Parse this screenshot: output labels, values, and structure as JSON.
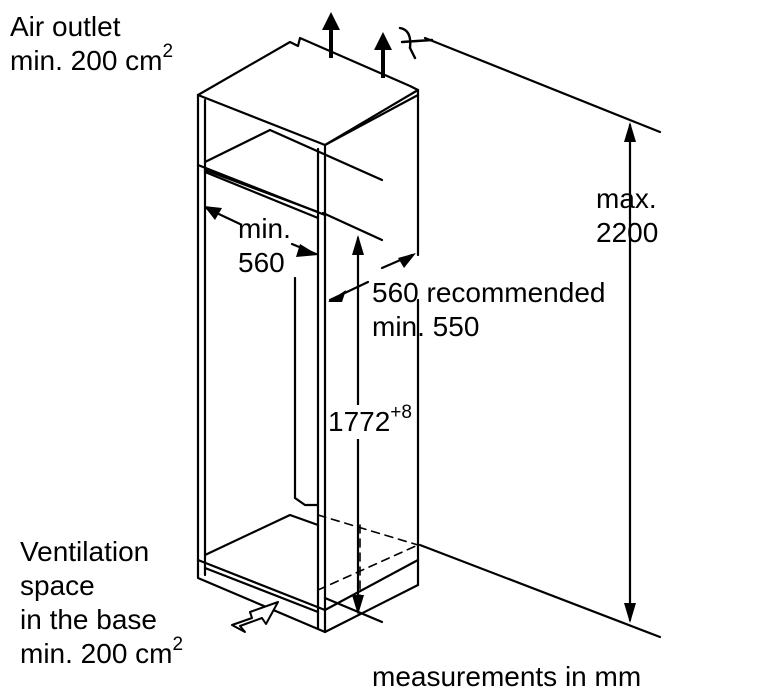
{
  "labels": {
    "air_outlet": {
      "line1": "Air outlet",
      "line2_text": "min. 200 cm",
      "line2_sup": "2"
    },
    "niche_width": {
      "line1": "min.",
      "line2": "560"
    },
    "height_max": {
      "line1": "max.",
      "line2": "2200"
    },
    "niche_depth": {
      "line1": "560 recommended",
      "line2": "min. 550"
    },
    "niche_height": {
      "text": "1772",
      "sup": "+8"
    },
    "ventilation": {
      "line1": "Ventilation",
      "line2": "space",
      "line3": "in the base",
      "line4_text": "min. 200 cm",
      "line4_sup": "2"
    },
    "units": "measurements in mm"
  },
  "colors": {
    "stroke": "#000000",
    "background": "#ffffff"
  },
  "icons": [
    "air-outlet-arrow-icon",
    "air-outlet-arrow-2-icon",
    "wall-connection-icon",
    "air-inlet-arrow-icon"
  ]
}
